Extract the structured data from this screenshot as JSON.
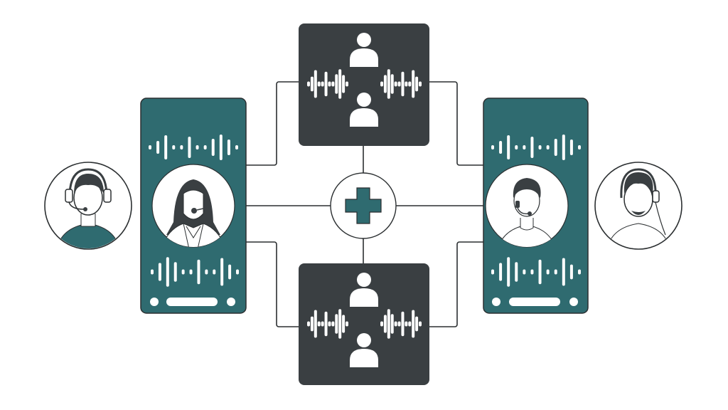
{
  "colors": {
    "teal": "#2f6b70",
    "dark": "#3a3f42",
    "line": "#2b2f31",
    "white": "#ffffff"
  },
  "icons": {
    "center": "medical-cross-icon",
    "left_phone": "female-agent-headset-avatar",
    "right_phone": "male-agent-headset-avatar",
    "left_outer": "agent-headset-avatar",
    "right_outer": "bearded-agent-headset-avatar",
    "hub_boxes": "person-with-sound-waves-icon"
  },
  "waveform_bars": [
    0.15,
    0.45,
    0.85,
    0.15,
    0.15,
    0.75,
    0.15,
    0.15,
    0.6,
    0.9,
    0.55,
    0.15
  ]
}
